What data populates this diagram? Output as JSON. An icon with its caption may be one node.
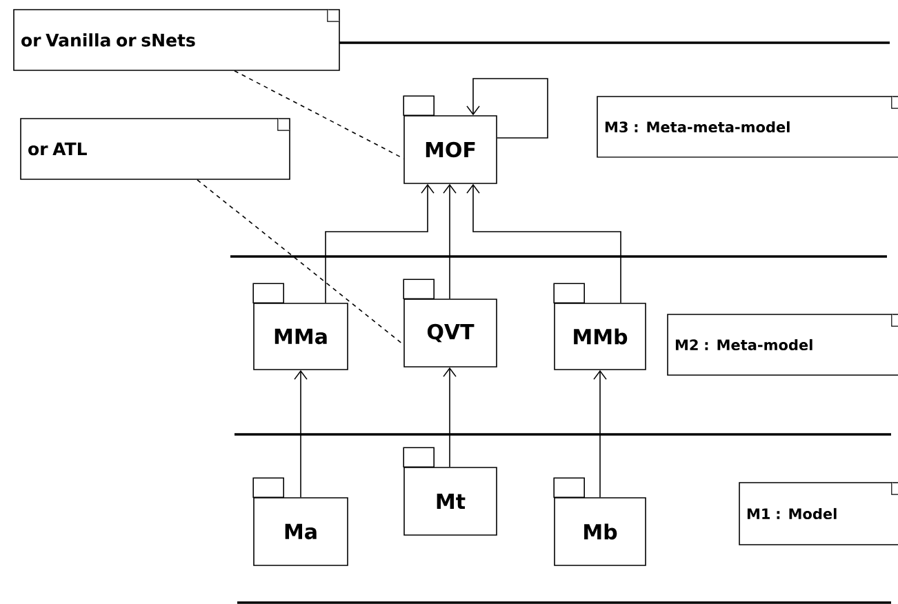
{
  "diagram": {
    "nodes": [
      {
        "text": [
          "or Vanilla or sNets"
        ]
      },
      {
        "text": [
          "or ATL"
        ]
      },
      {
        "text": [
          "MOF"
        ]
      },
      {
        "text": [
          "M3 : Meta-meta-model"
        ]
      },
      {
        "text": [
          "MMa"
        ]
      },
      {
        "text": [
          "QVT"
        ]
      },
      {
        "text": [
          "MMb"
        ]
      },
      {
        "text": [
          "M2 : Meta-model"
        ]
      },
      {
        "text": [
          "Ma"
        ]
      },
      {
        "text": [
          "Mt"
        ]
      },
      {
        "text": [
          "Mb"
        ]
      },
      {
        "text": [
          "M1 : Model"
        ]
      }
    ],
    "edges": [
      {
        "from": 2,
        "to": 2,
        "arrow": "to"
      },
      {
        "from": 4,
        "to": 2,
        "arrow": "to"
      },
      {
        "from": 5,
        "to": 2,
        "arrow": "to"
      },
      {
        "from": 6,
        "to": 2,
        "arrow": "to"
      },
      {
        "from": 8,
        "to": 4,
        "arrow": "to"
      },
      {
        "from": 9,
        "to": 5,
        "arrow": "to"
      },
      {
        "from": 10,
        "to": 6,
        "arrow": "to"
      },
      {
        "from": 0,
        "to": 2,
        "arrow": "none",
        "style": "dashed"
      },
      {
        "from": 1,
        "to": 5,
        "arrow": "none",
        "style": "dashed"
      }
    ]
  }
}
